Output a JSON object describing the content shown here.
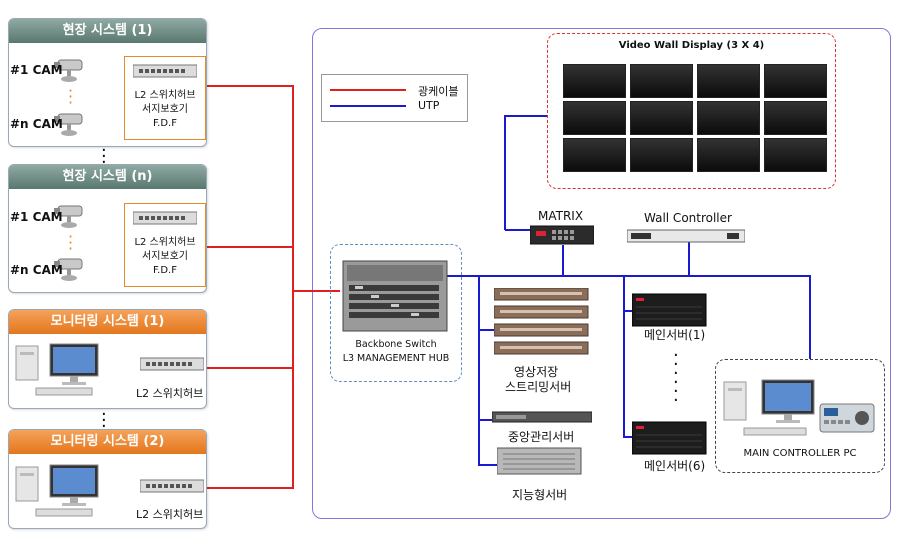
{
  "site_systems": [
    {
      "title": "현장 시스템 (1)",
      "cam_first": "#1 CAM",
      "cam_last": "#n CAM",
      "hub_lines": [
        "L2 스위치허브",
        "서지보호기",
        "F.D.F"
      ]
    },
    {
      "title": "현장 시스템 (n)",
      "cam_first": "#1 CAM",
      "cam_last": "#n CAM",
      "hub_lines": [
        "L2 스위치허브",
        "서지보호기",
        "F.D.F"
      ]
    }
  ],
  "monitoring_systems": [
    {
      "title": "모니터링 시스템 (1)",
      "hub_label": "L2 스위치허브"
    },
    {
      "title": "모니터링 시스템 (2)",
      "hub_label": "L2 스위치허브"
    }
  ],
  "legend": {
    "optical": "광케이블",
    "utp": "UTP"
  },
  "video_wall": {
    "title": "Video Wall Display (3 X 4)",
    "rows": 3,
    "cols": 4
  },
  "matrix": {
    "label": "MATRIX"
  },
  "wall_controller": {
    "label": "Wall Controller"
  },
  "backbone": {
    "line1": "Backbone  Switch",
    "line2": "L3 MANAGEMENT  HUB"
  },
  "storage": {
    "line1": "영상저장",
    "line2": "스트리밍서버"
  },
  "central_server": {
    "label": "중앙관리서버"
  },
  "intelligent_server": {
    "label": "지능형서버"
  },
  "main_servers": {
    "first": "메인서버(1)",
    "last": "메인서버(6)"
  },
  "main_controller": {
    "label": "MAIN CONTROLLER PC"
  },
  "colors": {
    "optical": "#e02020",
    "utp": "#1a1ad0",
    "header_green": "#6d8a83",
    "header_orange": "#ec8a30"
  }
}
